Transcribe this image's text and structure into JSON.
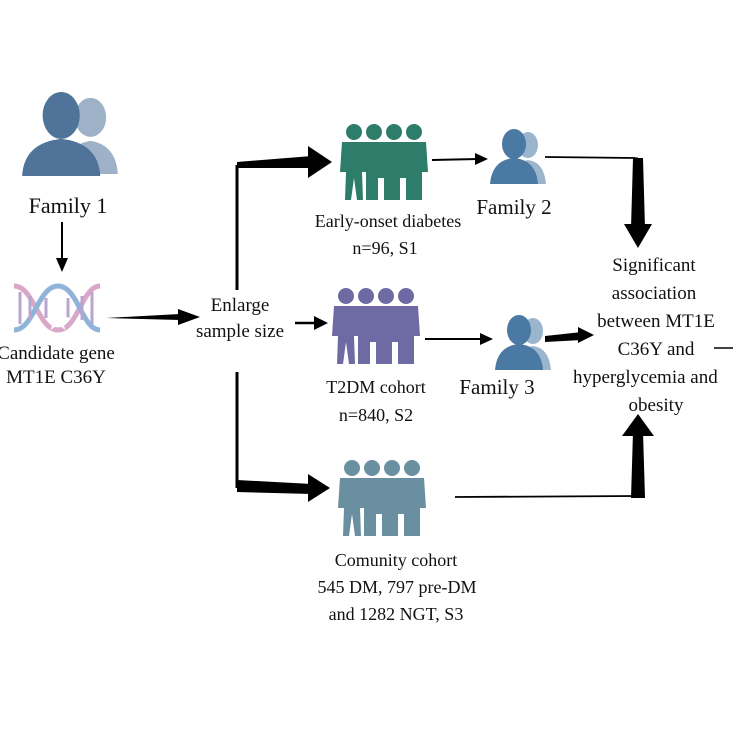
{
  "nodes": {
    "family1": {
      "label": "Family 1"
    },
    "candidate": {
      "line1": "Candidate gene",
      "line2": "MT1E C36Y"
    },
    "enlarge": {
      "line1": "Enlarge",
      "line2": "sample size"
    },
    "early_onset": {
      "line1": "Early-onset diabetes",
      "line2": "n=96, S1"
    },
    "family2": {
      "label": "Family 2"
    },
    "t2dm": {
      "line1": "T2DM cohort",
      "line2": "n=840, S2"
    },
    "family3": {
      "label": "Family 3"
    },
    "community": {
      "line1": "Comunity cohort",
      "line2": "545 DM, 797 pre-DM",
      "line3": "and 1282 NGT, S3"
    },
    "result": {
      "line1": "Significant",
      "line2": "association",
      "line3": "between MT1E",
      "line4": "C36Y and",
      "line5": "hyperglycemia and",
      "line6": "obesity"
    }
  },
  "colors": {
    "family1": "#4f7399",
    "family2": "#4a79a3",
    "family3": "#4a79a3",
    "early_onset_group": "#2e7d6a",
    "t2dm_group": "#6e6aa3",
    "community_group": "#6a8fa0",
    "dna_pink": "#d9a8c8",
    "dna_blue": "#8fb3d9",
    "arrows": "#000000"
  },
  "icons": {
    "family1": "family-icon",
    "family2": "family-icon",
    "family3": "family-icon",
    "early_onset": "people-group-icon",
    "t2dm": "people-group-icon",
    "community": "people-group-icon",
    "candidate": "dna-icon"
  }
}
